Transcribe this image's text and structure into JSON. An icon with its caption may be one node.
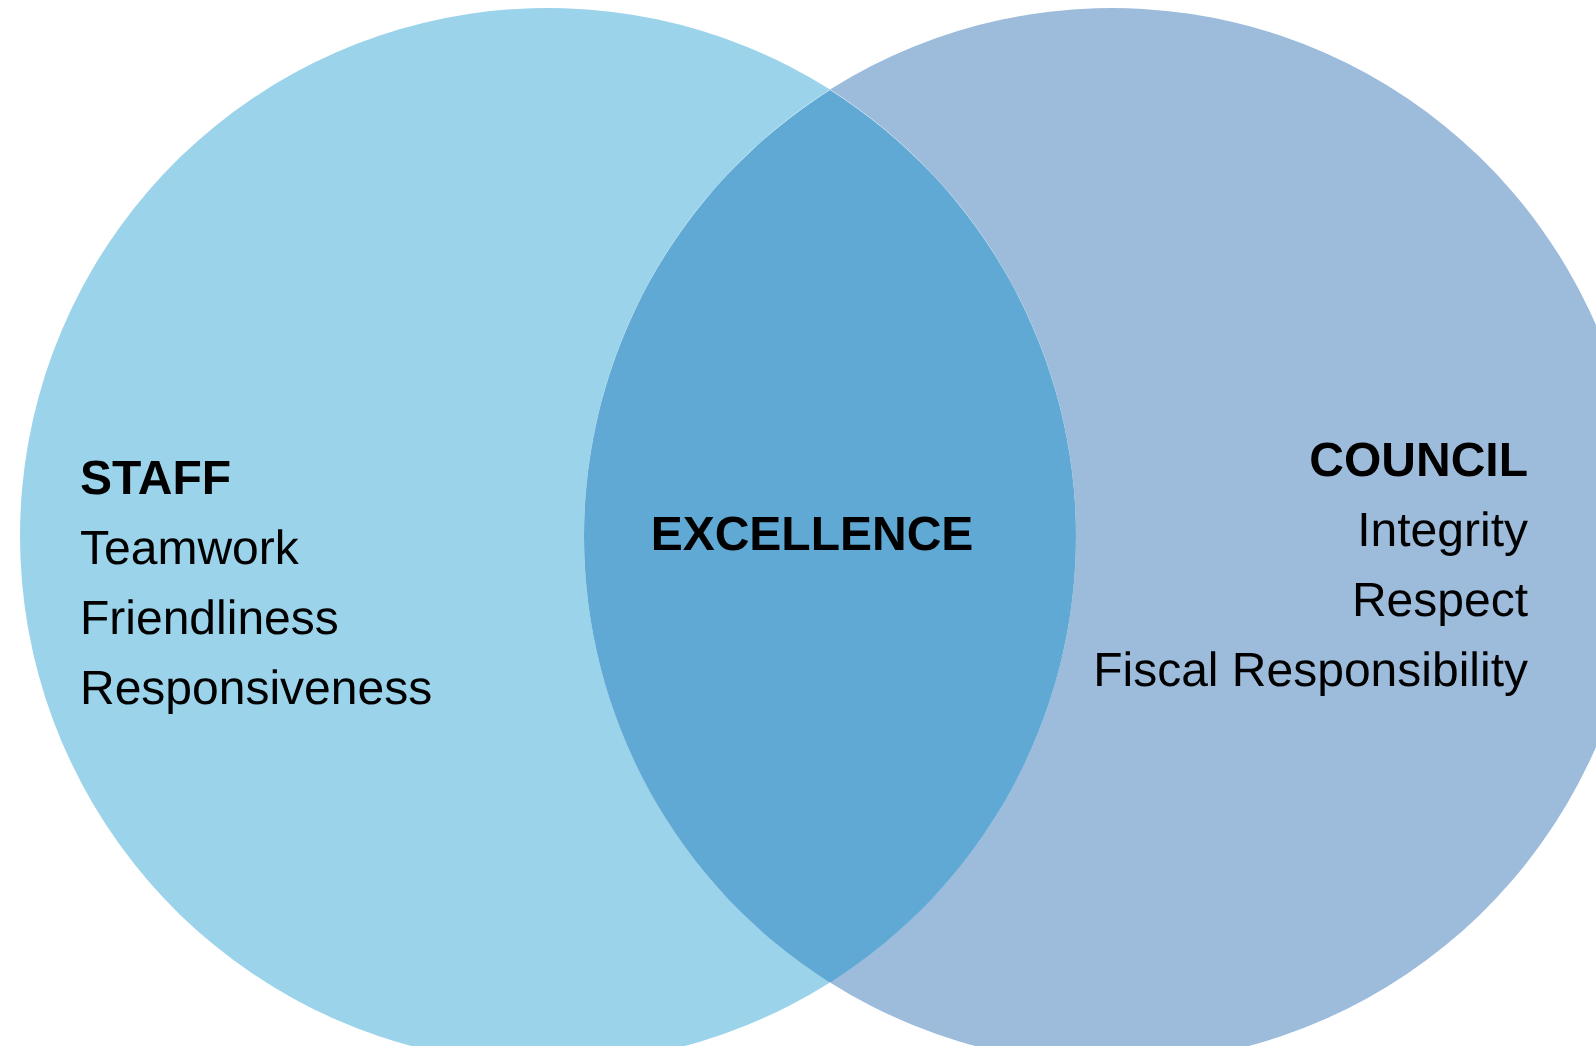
{
  "diagram": {
    "nodes": [
      {
        "text": [
          "STAFF",
          "Teamwork",
          "Friendliness",
          "Responsiveness"
        ]
      },
      {
        "text": [
          "COUNCIL",
          "Integrity",
          "Respect",
          "Fiscal Responsibility"
        ]
      },
      {
        "text": [
          "EXCELLENCE"
        ]
      }
    ]
  }
}
